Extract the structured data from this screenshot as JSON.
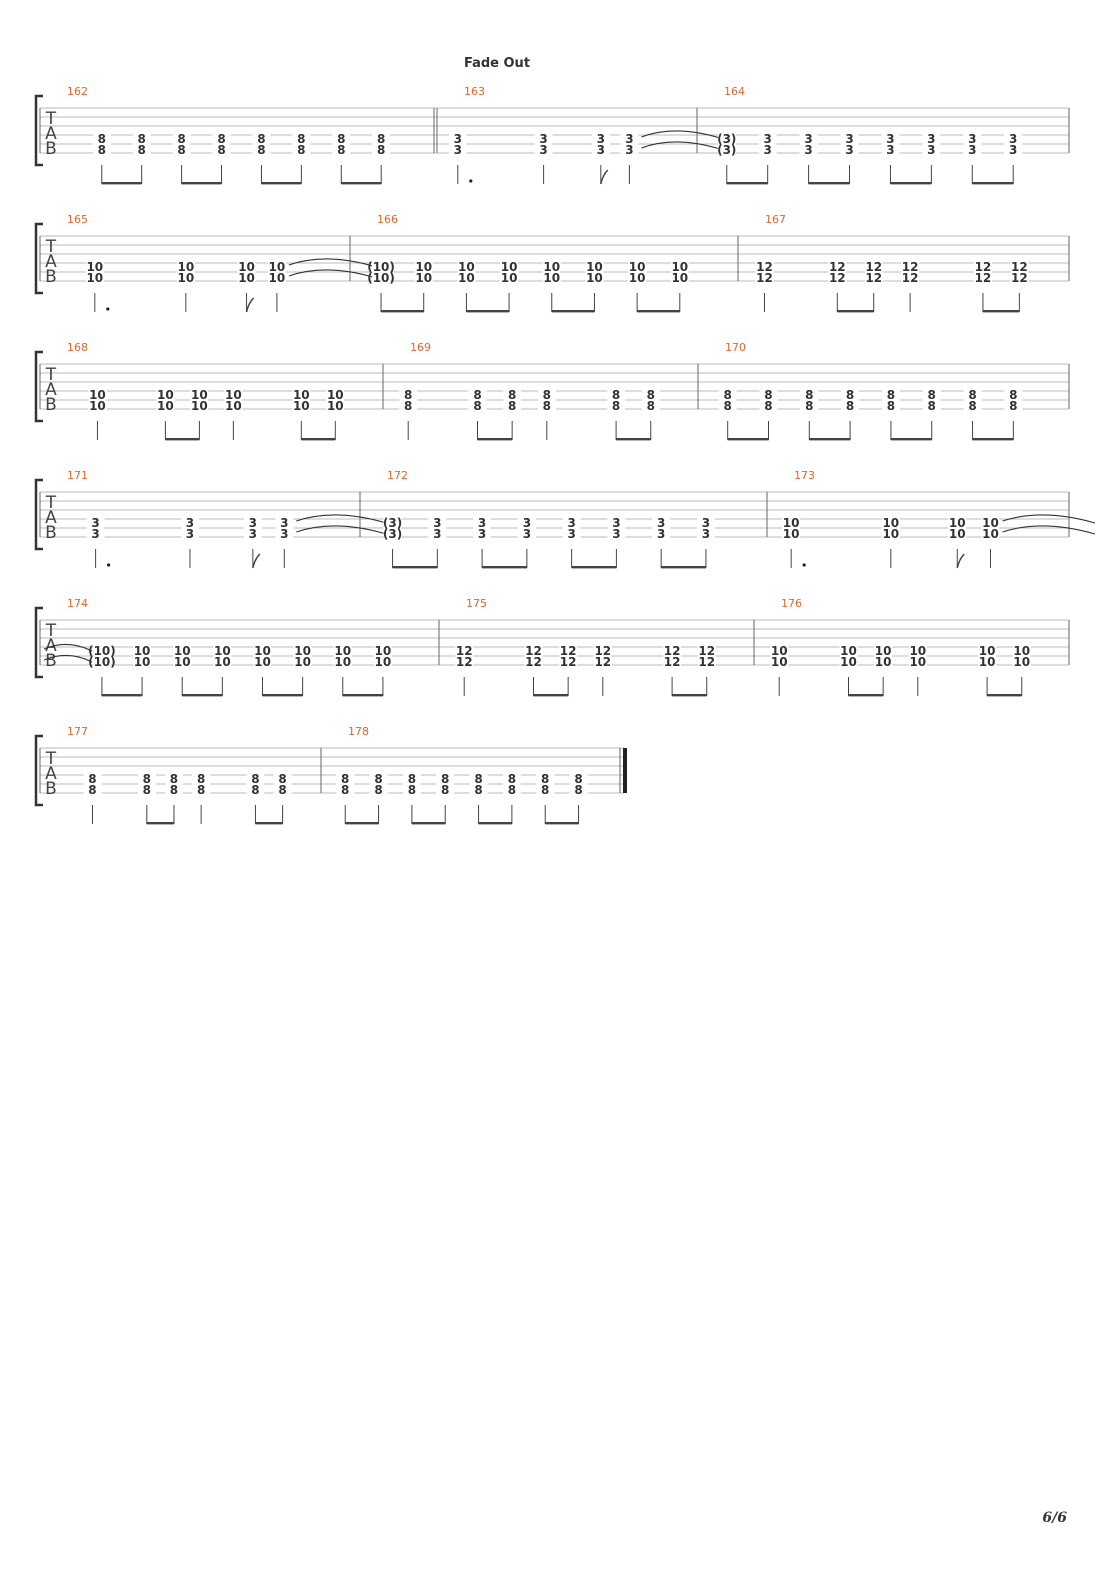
{
  "header": {
    "title": "Fade Out"
  },
  "tab_clef": [
    "T",
    "A",
    "B"
  ],
  "systems": [
    {
      "measures": [
        {
          "number": "162",
          "beats": [
            {
              "f": [
                "8",
                "8"
              ],
              "d": 8
            },
            {
              "f": [
                "8",
                "8"
              ],
              "d": 8
            },
            {
              "f": [
                "8",
                "8"
              ],
              "d": 8
            },
            {
              "f": [
                "8",
                "8"
              ],
              "d": 8
            },
            {
              "f": [
                "8",
                "8"
              ],
              "d": 8
            },
            {
              "f": [
                "8",
                "8"
              ],
              "d": 8
            },
            {
              "f": [
                "8",
                "8"
              ],
              "d": 8
            },
            {
              "f": [
                "8",
                "8"
              ],
              "d": 8
            }
          ],
          "double_barline_end": true
        },
        {
          "number": "163",
          "beats": [
            {
              "f": [
                "3",
                "3"
              ],
              "d": "4."
            },
            {
              "f": [
                "3",
                "3"
              ],
              "d": 4
            },
            {
              "f": [
                "3",
                "3"
              ],
              "d": 8
            },
            {
              "f": [
                "3",
                "3"
              ],
              "d": 4,
              "tie": true
            }
          ]
        },
        {
          "number": "164",
          "beats": [
            {
              "f": [
                "(3)",
                "(3)"
              ],
              "d": 8
            },
            {
              "f": [
                "3",
                "3"
              ],
              "d": 8
            },
            {
              "f": [
                "3",
                "3"
              ],
              "d": 8
            },
            {
              "f": [
                "3",
                "3"
              ],
              "d": 8
            },
            {
              "f": [
                "3",
                "3"
              ],
              "d": 8
            },
            {
              "f": [
                "3",
                "3"
              ],
              "d": 8
            },
            {
              "f": [
                "3",
                "3"
              ],
              "d": 8
            },
            {
              "f": [
                "3",
                "3"
              ],
              "d": 8
            }
          ]
        }
      ]
    },
    {
      "measures": [
        {
          "number": "165",
          "beats": [
            {
              "f": [
                "10",
                "10"
              ],
              "d": "4."
            },
            {
              "f": [
                "10",
                "10"
              ],
              "d": 4
            },
            {
              "f": [
                "10",
                "10"
              ],
              "d": 8
            },
            {
              "f": [
                "10",
                "10"
              ],
              "d": 4,
              "tie": true
            }
          ]
        },
        {
          "number": "166",
          "beats": [
            {
              "f": [
                "(10)",
                "(10)"
              ],
              "d": 8
            },
            {
              "f": [
                "10",
                "10"
              ],
              "d": 8
            },
            {
              "f": [
                "10",
                "10"
              ],
              "d": 8
            },
            {
              "f": [
                "10",
                "10"
              ],
              "d": 8
            },
            {
              "f": [
                "10",
                "10"
              ],
              "d": 8
            },
            {
              "f": [
                "10",
                "10"
              ],
              "d": 8
            },
            {
              "f": [
                "10",
                "10"
              ],
              "d": 8
            },
            {
              "f": [
                "10",
                "10"
              ],
              "d": 8
            }
          ]
        },
        {
          "number": "167",
          "beats": [
            {
              "f": [
                "12",
                "12"
              ],
              "d": 4
            },
            {
              "f": [
                "12",
                "12"
              ],
              "d": 8
            },
            {
              "f": [
                "12",
                "12"
              ],
              "d": 8
            },
            {
              "f": [
                "12",
                "12"
              ],
              "d": 4
            },
            {
              "f": [
                "12",
                "12"
              ],
              "d": 8
            },
            {
              "f": [
                "12",
                "12"
              ],
              "d": 8
            }
          ]
        }
      ]
    },
    {
      "measures": [
        {
          "number": "168",
          "beats": [
            {
              "f": [
                "10",
                "10"
              ],
              "d": 4
            },
            {
              "f": [
                "10",
                "10"
              ],
              "d": 8
            },
            {
              "f": [
                "10",
                "10"
              ],
              "d": 8
            },
            {
              "f": [
                "10",
                "10"
              ],
              "d": 4
            },
            {
              "f": [
                "10",
                "10"
              ],
              "d": 8
            },
            {
              "f": [
                "10",
                "10"
              ],
              "d": 8
            }
          ]
        },
        {
          "number": "169",
          "beats": [
            {
              "f": [
                "8",
                "8"
              ],
              "d": 4
            },
            {
              "f": [
                "8",
                "8"
              ],
              "d": 8
            },
            {
              "f": [
                "8",
                "8"
              ],
              "d": 8
            },
            {
              "f": [
                "8",
                "8"
              ],
              "d": 4
            },
            {
              "f": [
                "8",
                "8"
              ],
              "d": 8
            },
            {
              "f": [
                "8",
                "8"
              ],
              "d": 8
            }
          ]
        },
        {
          "number": "170",
          "beats": [
            {
              "f": [
                "8",
                "8"
              ],
              "d": 8
            },
            {
              "f": [
                "8",
                "8"
              ],
              "d": 8
            },
            {
              "f": [
                "8",
                "8"
              ],
              "d": 8
            },
            {
              "f": [
                "8",
                "8"
              ],
              "d": 8
            },
            {
              "f": [
                "8",
                "8"
              ],
              "d": 8
            },
            {
              "f": [
                "8",
                "8"
              ],
              "d": 8
            },
            {
              "f": [
                "8",
                "8"
              ],
              "d": 8
            },
            {
              "f": [
                "8",
                "8"
              ],
              "d": 8
            }
          ]
        }
      ]
    },
    {
      "measures": [
        {
          "number": "171",
          "beats": [
            {
              "f": [
                "3",
                "3"
              ],
              "d": "4."
            },
            {
              "f": [
                "3",
                "3"
              ],
              "d": 4
            },
            {
              "f": [
                "3",
                "3"
              ],
              "d": 8
            },
            {
              "f": [
                "3",
                "3"
              ],
              "d": 4,
              "tie": true
            }
          ]
        },
        {
          "number": "172",
          "beats": [
            {
              "f": [
                "(3)",
                "(3)"
              ],
              "d": 8
            },
            {
              "f": [
                "3",
                "3"
              ],
              "d": 8
            },
            {
              "f": [
                "3",
                "3"
              ],
              "d": 8
            },
            {
              "f": [
                "3",
                "3"
              ],
              "d": 8
            },
            {
              "f": [
                "3",
                "3"
              ],
              "d": 8
            },
            {
              "f": [
                "3",
                "3"
              ],
              "d": 8
            },
            {
              "f": [
                "3",
                "3"
              ],
              "d": 8
            },
            {
              "f": [
                "3",
                "3"
              ],
              "d": 8
            }
          ]
        },
        {
          "number": "173",
          "beats": [
            {
              "f": [
                "10",
                "10"
              ],
              "d": "4."
            },
            {
              "f": [
                "10",
                "10"
              ],
              "d": 4
            },
            {
              "f": [
                "10",
                "10"
              ],
              "d": 8
            },
            {
              "f": [
                "10",
                "10"
              ],
              "d": 4,
              "tie": true
            }
          ]
        }
      ]
    },
    {
      "tie_from_previous": true,
      "measures": [
        {
          "number": "174",
          "beats": [
            {
              "f": [
                "(10)",
                "(10)"
              ],
              "d": 8
            },
            {
              "f": [
                "10",
                "10"
              ],
              "d": 8
            },
            {
              "f": [
                "10",
                "10"
              ],
              "d": 8
            },
            {
              "f": [
                "10",
                "10"
              ],
              "d": 8
            },
            {
              "f": [
                "10",
                "10"
              ],
              "d": 8
            },
            {
              "f": [
                "10",
                "10"
              ],
              "d": 8
            },
            {
              "f": [
                "10",
                "10"
              ],
              "d": 8
            },
            {
              "f": [
                "10",
                "10"
              ],
              "d": 8
            }
          ]
        },
        {
          "number": "175",
          "beats": [
            {
              "f": [
                "12",
                "12"
              ],
              "d": 4
            },
            {
              "f": [
                "12",
                "12"
              ],
              "d": 8
            },
            {
              "f": [
                "12",
                "12"
              ],
              "d": 8
            },
            {
              "f": [
                "12",
                "12"
              ],
              "d": 4
            },
            {
              "f": [
                "12",
                "12"
              ],
              "d": 8
            },
            {
              "f": [
                "12",
                "12"
              ],
              "d": 8
            }
          ]
        },
        {
          "number": "176",
          "beats": [
            {
              "f": [
                "10",
                "10"
              ],
              "d": 4
            },
            {
              "f": [
                "10",
                "10"
              ],
              "d": 8
            },
            {
              "f": [
                "10",
                "10"
              ],
              "d": 8
            },
            {
              "f": [
                "10",
                "10"
              ],
              "d": 4
            },
            {
              "f": [
                "10",
                "10"
              ],
              "d": 8
            },
            {
              "f": [
                "10",
                "10"
              ],
              "d": 8
            }
          ]
        }
      ]
    },
    {
      "measures": [
        {
          "number": "177",
          "beats": [
            {
              "f": [
                "8",
                "8"
              ],
              "d": 4
            },
            {
              "f": [
                "8",
                "8"
              ],
              "d": 8
            },
            {
              "f": [
                "8",
                "8"
              ],
              "d": 8
            },
            {
              "f": [
                "8",
                "8"
              ],
              "d": 4
            },
            {
              "f": [
                "8",
                "8"
              ],
              "d": 8
            },
            {
              "f": [
                "8",
                "8"
              ],
              "d": 8
            }
          ]
        },
        {
          "number": "178",
          "final_barline": true,
          "beats": [
            {
              "f": [
                "8",
                "8"
              ],
              "d": 8
            },
            {
              "f": [
                "8",
                "8"
              ],
              "d": 8
            },
            {
              "f": [
                "8",
                "8"
              ],
              "d": 8
            },
            {
              "f": [
                "8",
                "8"
              ],
              "d": 8
            },
            {
              "f": [
                "8",
                "8"
              ],
              "d": 8
            },
            {
              "f": [
                "8",
                "8"
              ],
              "d": 8
            },
            {
              "f": [
                "8",
                "8"
              ],
              "d": 8
            },
            {
              "f": [
                "8",
                "8"
              ],
              "d": 8
            }
          ]
        }
      ]
    }
  ],
  "footer": {
    "page_number": "6/6"
  }
}
